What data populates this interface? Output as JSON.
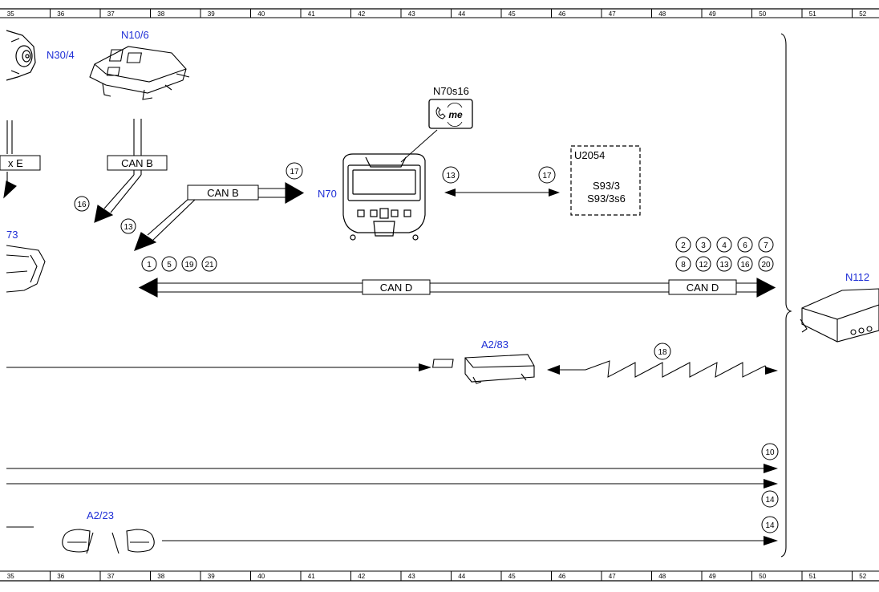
{
  "ruler": {
    "top_numbers": [
      "35",
      "36",
      "37",
      "38",
      "39",
      "40",
      "41",
      "42",
      "43",
      "44",
      "45",
      "46",
      "47",
      "48",
      "49",
      "50",
      "51",
      "52"
    ],
    "bottom_numbers": [
      "35",
      "36",
      "37",
      "38",
      "39",
      "40",
      "41",
      "42",
      "43",
      "44",
      "45",
      "46",
      "47",
      "48",
      "49",
      "50",
      "51",
      "52"
    ]
  },
  "components": {
    "n30_4": "N30/4",
    "n10_6": "N10/6",
    "n70s16": "N70s16",
    "n70": "N70",
    "u2054": "U2054",
    "u2054_s1": "S93/3",
    "u2054_s2": "S93/3s6",
    "a2_83": "A2/83",
    "a2_23": "A2/23",
    "n112": "N112",
    "left_73": "73"
  },
  "bus_labels": {
    "x_e": "x E",
    "can_b_1": "CAN B",
    "can_b_2": "CAN B",
    "can_d_1": "CAN D",
    "can_d_2": "CAN D"
  },
  "circles": {
    "c16": "16",
    "c13a": "13",
    "c17a": "17",
    "c13b": "13",
    "c17b": "17",
    "c1": "1",
    "c5": "5",
    "c19": "19",
    "c21": "21",
    "c2": "2",
    "c3": "3",
    "c4": "4",
    "c6": "6",
    "c7": "7",
    "c8": "8",
    "c12": "12",
    "c13c": "13",
    "c16b": "16",
    "c20": "20",
    "c18": "18",
    "c10": "10",
    "c14a": "14",
    "c14b": "14"
  },
  "icon_labels": {
    "me": "me"
  },
  "colors": {
    "component_label": "#1f2fd6",
    "line": "#000000"
  }
}
